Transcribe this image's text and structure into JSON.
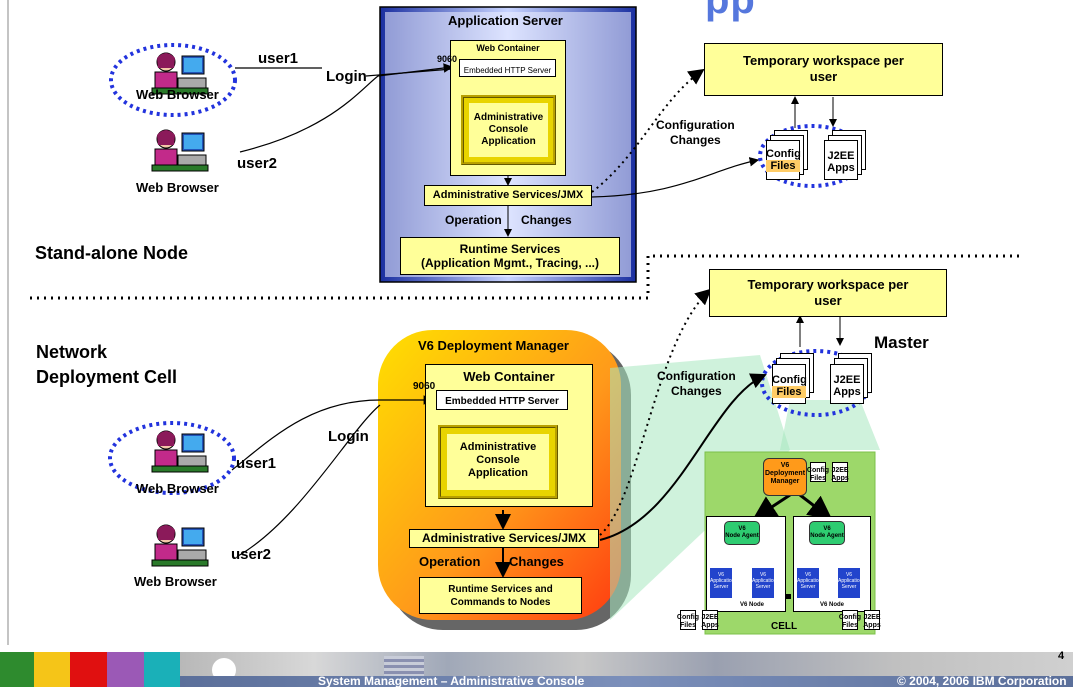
{
  "title_fragment": "pp",
  "standalone": {
    "section_label": "Stand-alone Node",
    "user1": "user1",
    "user2": "user2",
    "browser1": "Web Browser",
    "browser2": "Web Browser",
    "login": "Login",
    "app_server_title": "Application Server",
    "web_container": "Web Container",
    "port": "9060",
    "http_server": "Embedded HTTP Server",
    "console_app": [
      "Administrative",
      "Console",
      "Application"
    ],
    "admin_services": "Administrative Services/JMX",
    "operation": "Operation",
    "changes": "Changes",
    "runtime": [
      "Runtime Services",
      "(Application Mgmt., Tracing, ...)"
    ],
    "workspace": [
      "Temporary workspace per",
      "user"
    ],
    "config_changes": [
      "Configuration",
      "Changes"
    ],
    "config_files": [
      "Config",
      "Files"
    ],
    "j2ee_apps": [
      "J2EE",
      "Apps"
    ]
  },
  "nd": {
    "section_label": [
      "Network",
      "Deployment Cell"
    ],
    "user1": "user1",
    "user2": "user2",
    "browser1": "Web Browser",
    "browser2": "Web Browser",
    "login": "Login",
    "dm_title": "V6 Deployment Manager",
    "web_container": "Web Container",
    "port": "9060",
    "http_server": "Embedded HTTP Server",
    "console_app": [
      "Administrative",
      "Console",
      "Application"
    ],
    "admin_services": "Administrative Services/JMX",
    "operation": "Operation",
    "changes": "Changes",
    "runtime": [
      "Runtime Services and",
      "Commands to Nodes"
    ],
    "workspace": [
      "Temporary workspace per",
      "user"
    ],
    "config_changes": [
      "Configuration",
      "Changes"
    ],
    "master": "Master",
    "config_files": [
      "Config",
      "Files"
    ],
    "j2ee_apps": [
      "J2EE",
      "Apps"
    ],
    "cell": {
      "dm": [
        "V6",
        "Deployment",
        "Manager"
      ],
      "node_agent": [
        "V6",
        "Node Agent"
      ],
      "app_server": [
        "V6",
        "Application",
        "Server"
      ],
      "v6_node": "V6 Node",
      "cell_label": "CELL",
      "config": [
        "Config",
        "Files"
      ],
      "apps": [
        "J2EE",
        "Apps"
      ]
    }
  },
  "footer": {
    "center": "System Management – Administrative Console",
    "right": "© 2004, 2006 IBM Corporation",
    "page": "4",
    "colors": [
      "#2e8b2e",
      "#f5c518",
      "#e01010",
      "#9b59b6",
      "#1ab0b8"
    ]
  }
}
